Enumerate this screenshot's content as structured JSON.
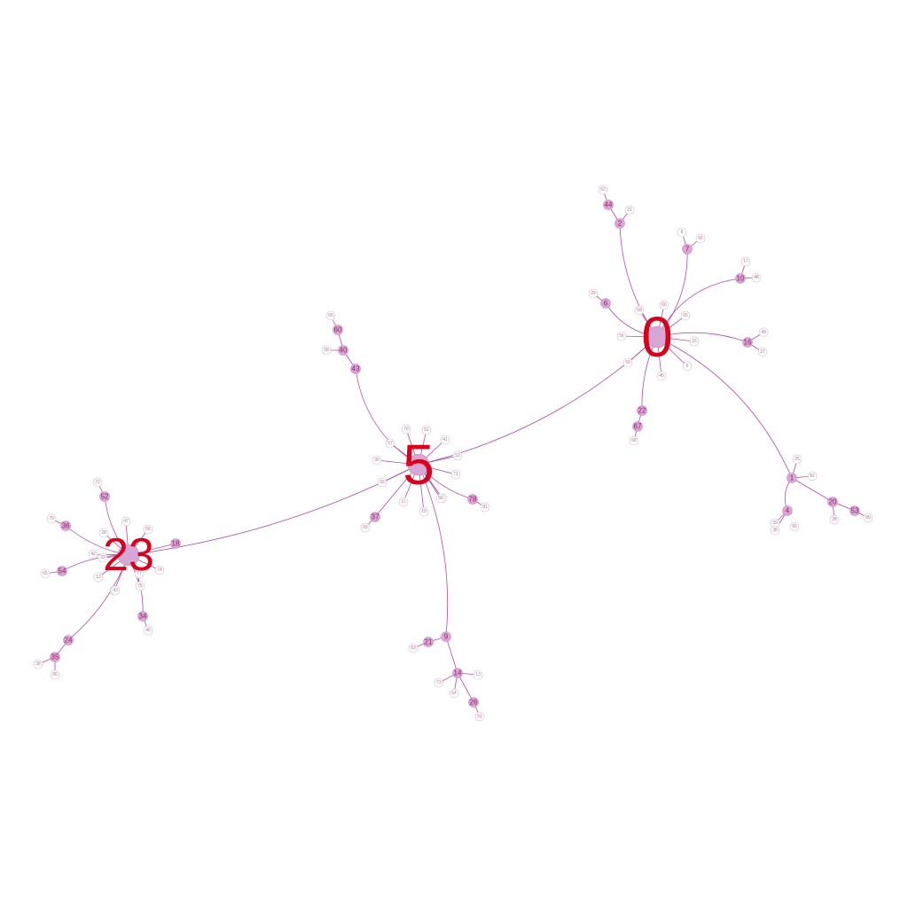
{
  "colors": {
    "edge": "#a43aa0",
    "hub_label": "#d8001a",
    "node_fill": "#d9a8d7",
    "leaf_stroke": "#c7c0c7"
  },
  "hub_labels": [
    "0",
    "5",
    "23"
  ],
  "node_labels": [
    "1",
    "2",
    "4",
    "6",
    "7",
    "8",
    "9",
    "10",
    "11",
    "12",
    "13",
    "14",
    "15",
    "16",
    "17",
    "18",
    "19",
    "20",
    "21",
    "22",
    "24",
    "25",
    "26",
    "27",
    "28",
    "29",
    "30",
    "31",
    "32",
    "33",
    "34",
    "35",
    "36",
    "37",
    "38",
    "39",
    "40",
    "41",
    "42",
    "43",
    "44",
    "45",
    "46",
    "47",
    "48",
    "49",
    "50",
    "51",
    "52",
    "53",
    "54",
    "55",
    "56",
    "57",
    "58",
    "59",
    "60",
    "61",
    "62",
    "63",
    "64",
    "65",
    "66",
    "67",
    "68",
    "69",
    "70",
    "71",
    "72",
    "73",
    "74",
    "75",
    "76",
    "77",
    "78",
    "79",
    "80",
    "81",
    "82"
  ]
}
